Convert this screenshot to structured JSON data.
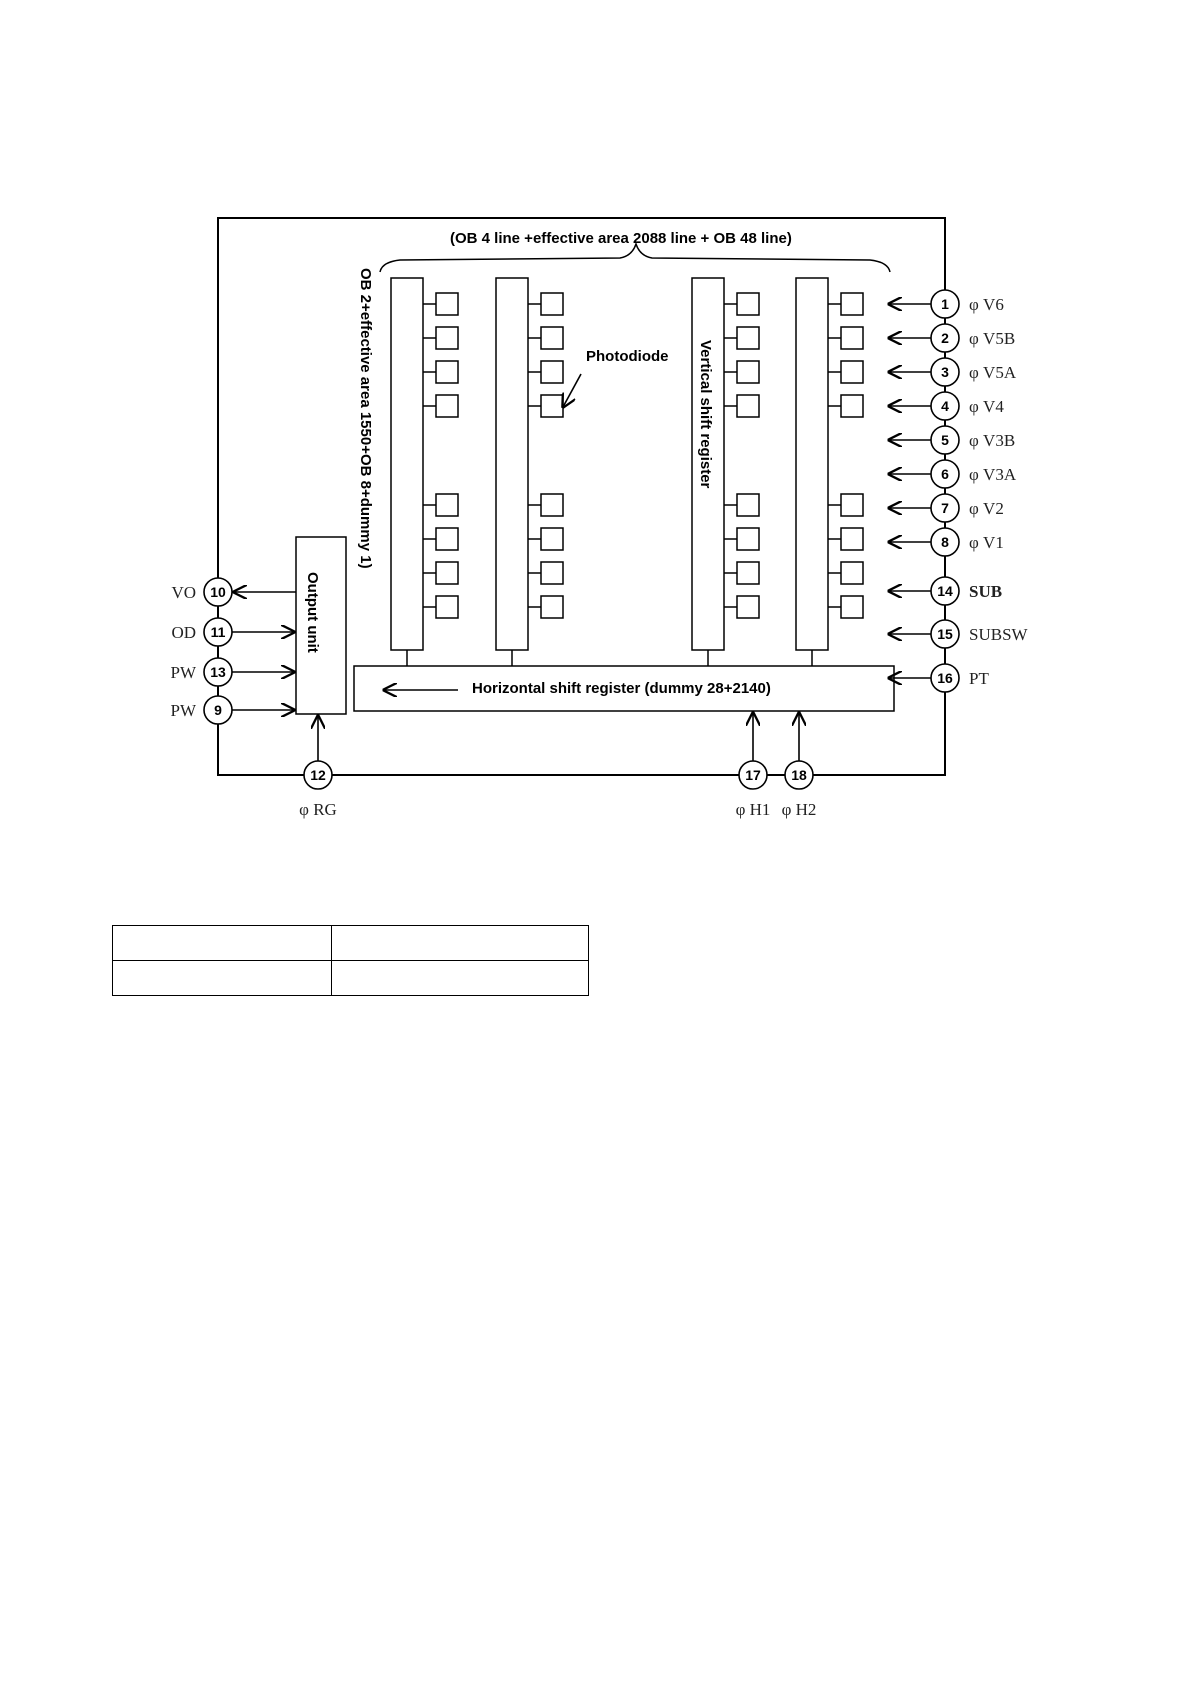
{
  "diagram": {
    "top_label": "(OB 4 line +effective area 2088 line + OB 48 line)",
    "left_label": "OB 2+effective area 1550+OB 8+dummy 1)",
    "photodiode_label": "Photodiode",
    "vertical_shift_register_label": "Vertical shift register",
    "horizontal_shift_register_label": "Horizontal shift register (dummy 28+2140)",
    "output_unit_label": "Output unit",
    "pins_right": [
      {
        "num": "1",
        "label": "φ V6"
      },
      {
        "num": "2",
        "label": "φ V5B"
      },
      {
        "num": "3",
        "label": "φ V5A"
      },
      {
        "num": "4",
        "label": "φ V4"
      },
      {
        "num": "5",
        "label": "φ V3B"
      },
      {
        "num": "6",
        "label": "φ V3A"
      },
      {
        "num": "7",
        "label": "φ V2"
      },
      {
        "num": "8",
        "label": "φ V1"
      },
      {
        "num": "14",
        "label": "SUB"
      },
      {
        "num": "15",
        "label": "SUBSW"
      },
      {
        "num": "16",
        "label": "PT"
      }
    ],
    "pins_left": [
      {
        "num": "10",
        "label": "VO"
      },
      {
        "num": "11",
        "label": "OD"
      },
      {
        "num": "13",
        "label": "PW"
      },
      {
        "num": "9",
        "label": "PW"
      }
    ],
    "pins_bottom": [
      {
        "num": "12",
        "label": "φ RG"
      },
      {
        "num": "17",
        "label": "φ H1"
      },
      {
        "num": "18",
        "label": "φ H2"
      }
    ]
  },
  "table": {
    "rows": [
      [
        "",
        ""
      ],
      [
        "",
        ""
      ]
    ]
  }
}
